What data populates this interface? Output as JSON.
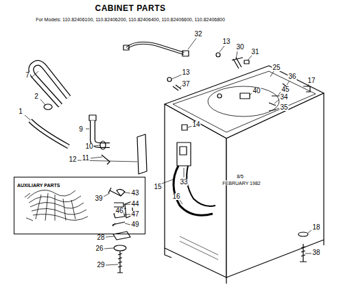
{
  "diagram": {
    "title": "CABINET PARTS",
    "nodes": [
      {
        "text": [
          "AUXILIARY PARTS"
        ]
      }
    ],
    "labels": [
      "For Models: 110.82406100, 110.82406200, 110.82406400, 110.82406600, 110.82406800",
      "32",
      "13",
      "30",
      "31",
      "25",
      "36",
      "17",
      "13",
      "37",
      "40",
      "45",
      "34",
      "35",
      "7",
      "2",
      "1",
      "9",
      "10",
      "11",
      "12",
      "14",
      "39",
      "33",
      "15",
      "16",
      "46",
      "28",
      "26",
      "29",
      "18",
      "38",
      "43",
      "44",
      "47",
      "49",
      "8/5",
      "FEBRUARY 1982"
    ]
  }
}
